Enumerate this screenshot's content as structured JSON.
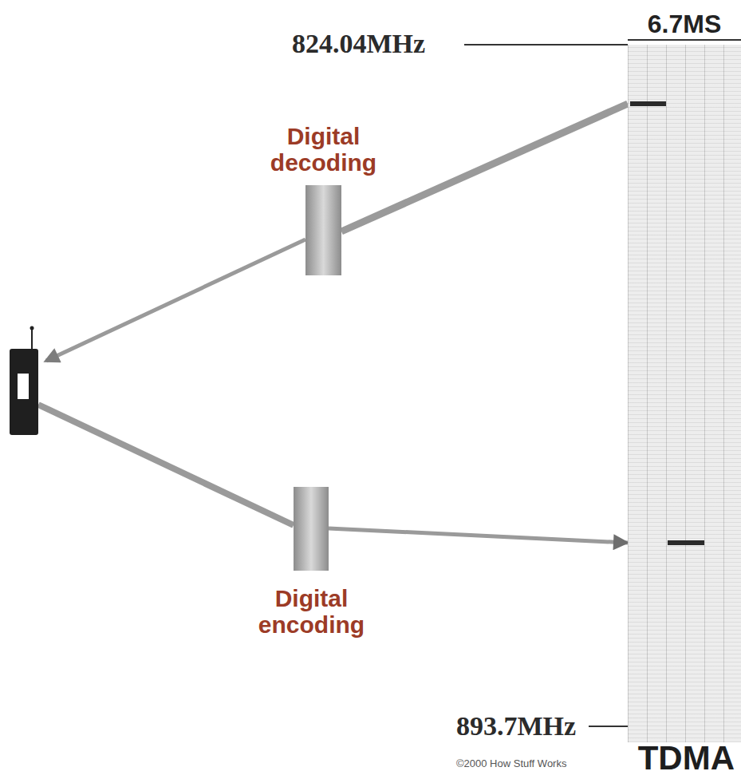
{
  "diagram": {
    "title": "TDMA",
    "nodes": [
      {
        "text": [
          "6.7MS"
        ]
      },
      {
        "text": [
          "Digital decoding"
        ]
      },
      {
        "text": [
          "Digital encoding"
        ]
      }
    ],
    "edges": [
      {
        "from": 0,
        "to": 1,
        "arrow": "none"
      },
      {
        "from": 2,
        "to": 0,
        "arrow": "to"
      }
    ],
    "labels": [
      "824.04MHz",
      "893.7MHz",
      "©2000 How Stuff Works"
    ]
  }
}
